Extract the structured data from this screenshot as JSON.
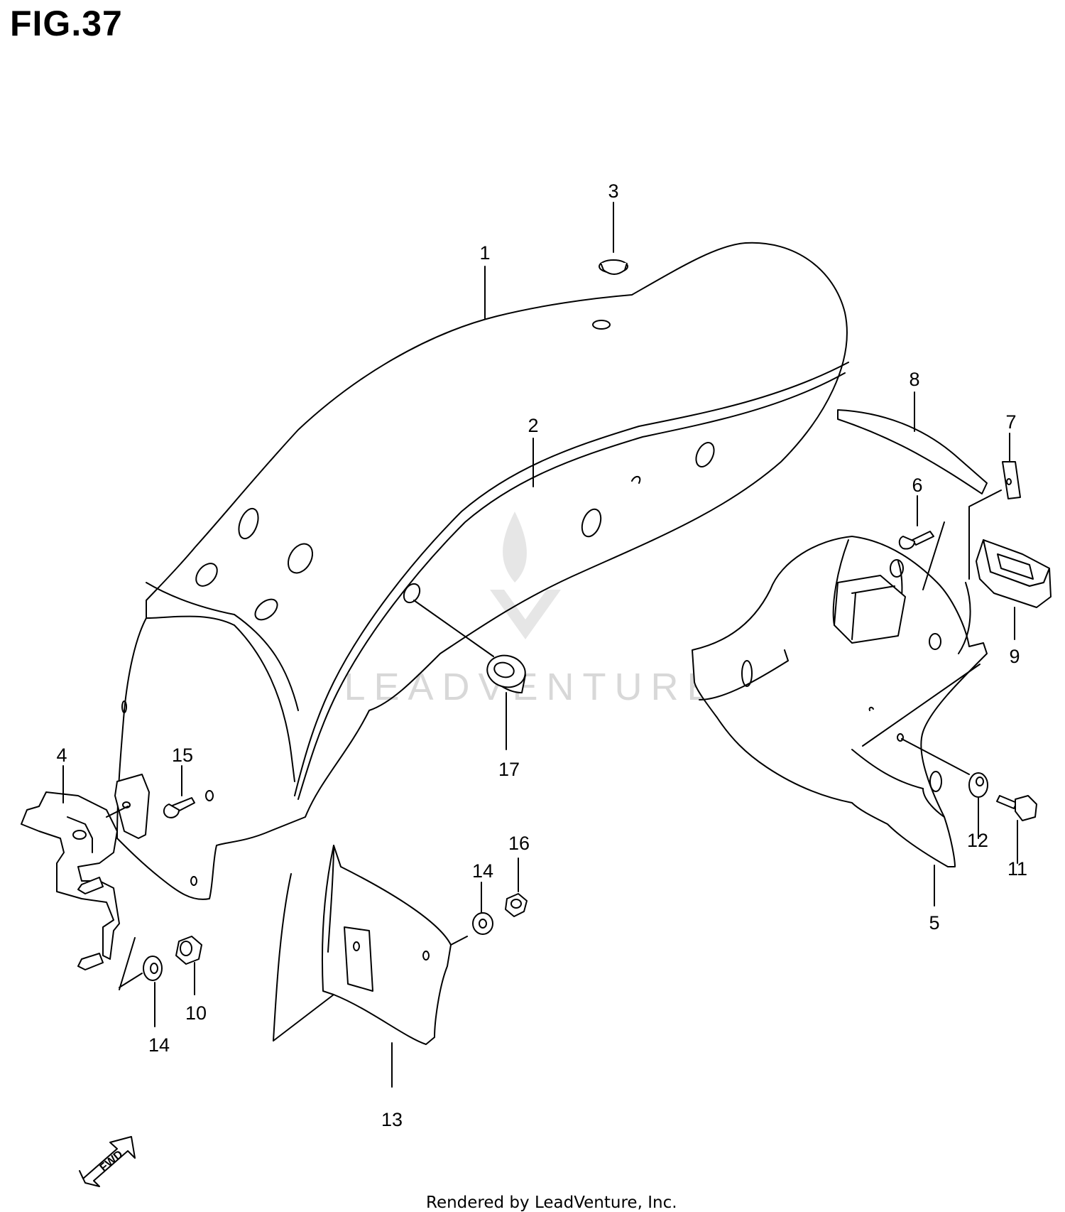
{
  "figure_title": "FIG.37",
  "footer": "Rendered by LeadVenture, Inc.",
  "watermark": "LEADVENTURE",
  "fwd_label": "FWD",
  "callouts": {
    "c1": "1",
    "c2": "2",
    "c3": "3",
    "c4": "4",
    "c5": "5",
    "c6": "6",
    "c7": "7",
    "c8": "8",
    "c9": "9",
    "c10": "10",
    "c11": "11",
    "c12": "12",
    "c13": "13",
    "c14a": "14",
    "c14b": "14",
    "c15": "15",
    "c16": "16",
    "c17": "17"
  }
}
